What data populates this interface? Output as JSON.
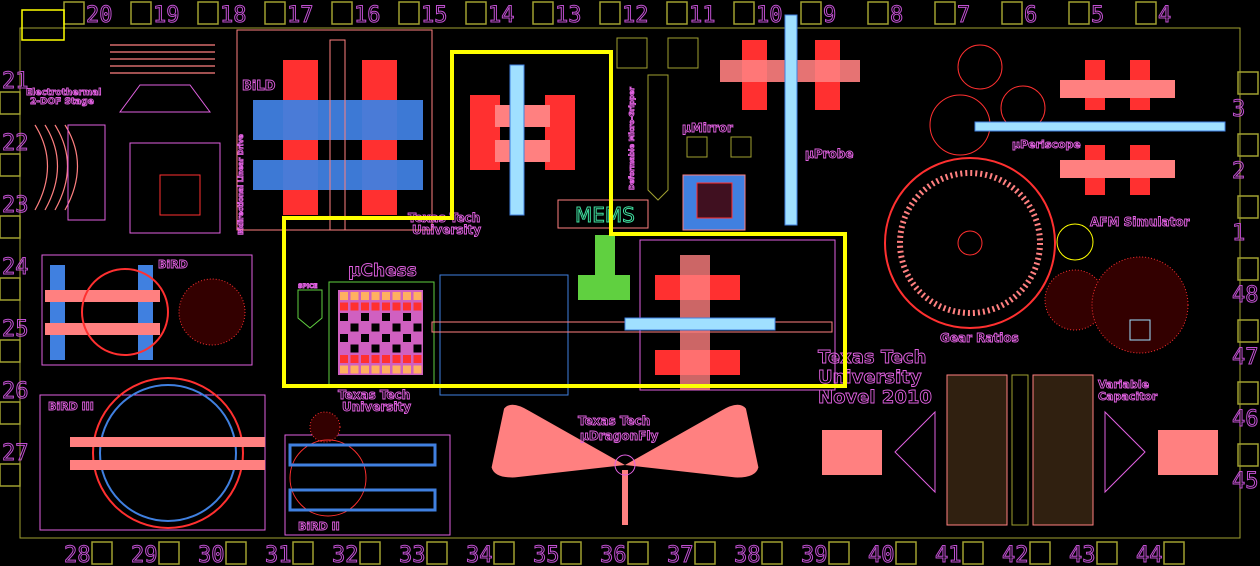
{
  "pads": {
    "top": [
      "20",
      "19",
      "18",
      "17",
      "16",
      "15",
      "14",
      "13",
      "12",
      "11",
      "10",
      "9",
      "8",
      "7",
      "6",
      "5",
      "4"
    ],
    "bottom": [
      "28",
      "29",
      "30",
      "31",
      "32",
      "33",
      "34",
      "35",
      "36",
      "37",
      "38",
      "39",
      "40",
      "41",
      "42",
      "43",
      "44"
    ],
    "left": [
      "21",
      "22",
      "23",
      "24",
      "25",
      "26",
      "27"
    ],
    "right": [
      "3",
      "2",
      "1",
      "48",
      "47",
      "46",
      "45"
    ]
  },
  "labels": {
    "electrothermal_1": "Electrothermal",
    "electrothermal_2": "2-DOF Stage",
    "bild": "BiLD",
    "bidirectional_linear_drive": "Bidirectional Linear Drive",
    "ttu1_line1": "Texas Tech",
    "ttu1_line2": "University",
    "gripper": "Deformable Micro-Gripper",
    "mems": "MEMS",
    "mirror": "μMirror",
    "probe": "μProbe",
    "periscope": "μPeriscope",
    "afm": "AFM Simulator",
    "gear_ratios": "Gear Ratios",
    "bird": "BiRD",
    "chess": "μChess",
    "spice": "SPICE",
    "ttu2_line1": "Texas Tech",
    "ttu2_line2": "University",
    "bird3": "BiRD III",
    "bird2": "BiRD II",
    "dragonfly_1": "Texas Tech",
    "dragonfly_2": "μDragonFly",
    "novel_1": "Texas Tech",
    "novel_2": "University",
    "novel_3": "Novel 2010",
    "varcap_1": "Variable",
    "varcap_2": "Capacitor"
  },
  "colors": {
    "highlight": "#ffff00",
    "pad": "#a0a030",
    "metal": "#ff3030",
    "poly": "#ff8080",
    "blue": "#4080e0",
    "label": "#e060e0",
    "green": "#60d040"
  }
}
